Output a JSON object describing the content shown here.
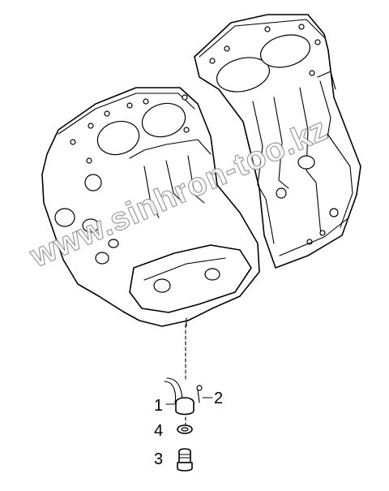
{
  "callouts": {
    "c1": "1",
    "c2": "2",
    "c3": "3",
    "c4": "4"
  },
  "watermark": "www.sinhron-too.kz",
  "colors": {
    "line": "#000000",
    "background": "#ffffff",
    "watermark_outline": "#8a8a8a"
  }
}
